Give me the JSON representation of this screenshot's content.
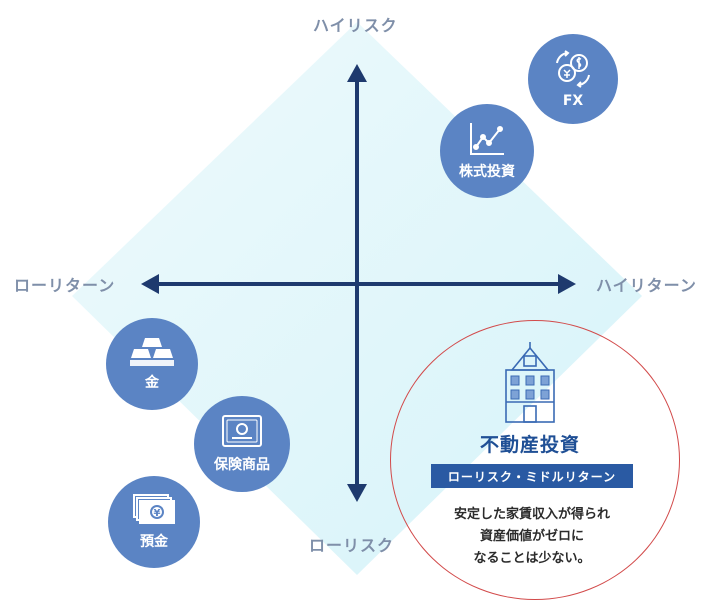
{
  "axes": {
    "top": "ハイリスク",
    "bottom": "ローリスク",
    "left": "ローリターン",
    "right": "ハイリターン"
  },
  "items": [
    {
      "id": "fx",
      "label": "FX",
      "icon": "currency-exchange-icon"
    },
    {
      "id": "stocks",
      "label": "株式投資",
      "icon": "line-chart-icon"
    },
    {
      "id": "gold",
      "label": "金",
      "icon": "gold-bars-icon"
    },
    {
      "id": "insurance",
      "label": "保険商品",
      "icon": "certificate-icon"
    },
    {
      "id": "deposit",
      "label": "預金",
      "icon": "banknotes-icon"
    }
  ],
  "highlight": {
    "title": "不動産投資",
    "badge": "ローリスク・ミドルリターン",
    "description": [
      "安定した家賃収入が得られ",
      "資産価値がゼロに",
      "なることは少ない。"
    ],
    "icon": "apartment-building-icon"
  },
  "colors": {
    "diamond": "#e3f7fb",
    "axis": "#1e3a6e",
    "bubble": "#5b84c4",
    "title": "#1f4f95",
    "badge": "#2a5aa3",
    "circle": "#d24a4a",
    "axis_label": "#7f8fa9"
  }
}
